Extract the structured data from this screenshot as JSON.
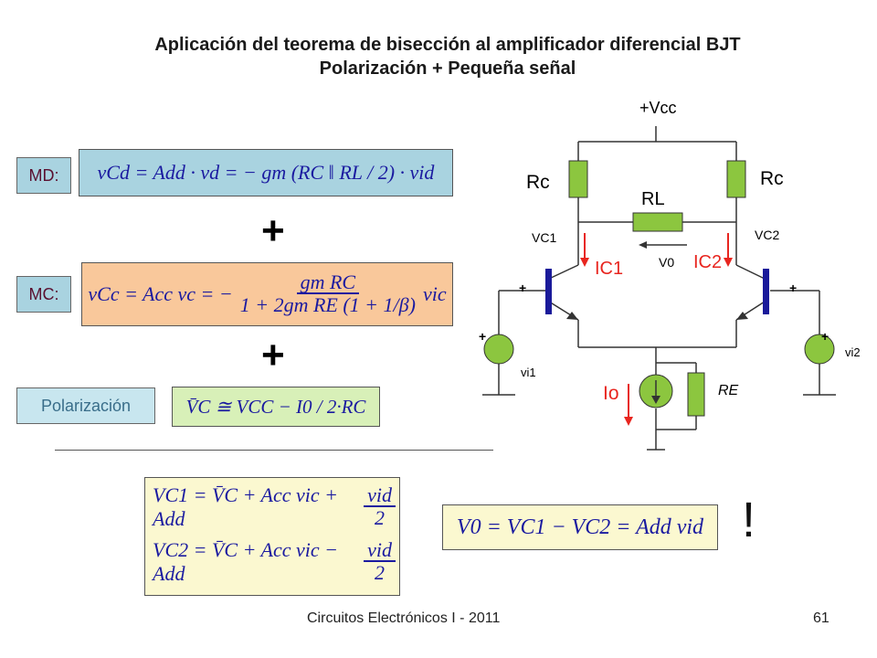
{
  "title": {
    "line1": "Aplicación del teorema de bisección al amplificador diferencial BJT",
    "line2": "Polarización + Pequeña señal"
  },
  "labels": {
    "md": "MD:",
    "mc": "MC:",
    "polarizacion": "Polarización",
    "plus": "+",
    "exclamation": "!"
  },
  "equations": {
    "md": {
      "lhs": "vCd = Add · vd = − gm (RC ‖ RL / 2) · vid"
    },
    "mc": {
      "lhs": "vCc = Acc vc = −",
      "numerator": "gm RC",
      "denominator": "1 + 2gm RE (1 + 1/β)",
      "rhs": "vic"
    },
    "polarizacion": {
      "text": "V̄C ≅ VCC − I0 / 2·RC"
    },
    "vc1": {
      "text": "VC1 = V̄C + Acc vic + Add",
      "numerator": "vid",
      "denominator": "2"
    },
    "vc2": {
      "text": "VC2 = V̄C + Acc vic − Add",
      "numerator": "vid",
      "denominator": "2"
    },
    "vo": {
      "text": "V0 = VC1 − VC2 = Add vid"
    }
  },
  "circuit": {
    "vcc": "+Vcc",
    "rc_left": "Rc",
    "rc_right": "Rc",
    "rl": "RL",
    "vc1": "VC1",
    "vc2": "VC2",
    "ic1": "IC1",
    "ic2": "IC2",
    "v0": "V0",
    "io": "Io",
    "re": "RE",
    "vi1": "vi1",
    "vi2": "vi2",
    "plus_sign": "+"
  },
  "colors": {
    "md_box": "#a9d3e0",
    "mc_box": "#f9c89b",
    "polar_tag": "#c8e6ef",
    "polar_box": "#d8f0b8",
    "bottom_box": "#fbf8d0",
    "resistor_green": "#8cc63f",
    "current_red": "#e8251f",
    "eq_blue": "#1a1aa0"
  },
  "footer": {
    "course": "Circuitos Electrónicos I - 2011",
    "page": "61"
  }
}
